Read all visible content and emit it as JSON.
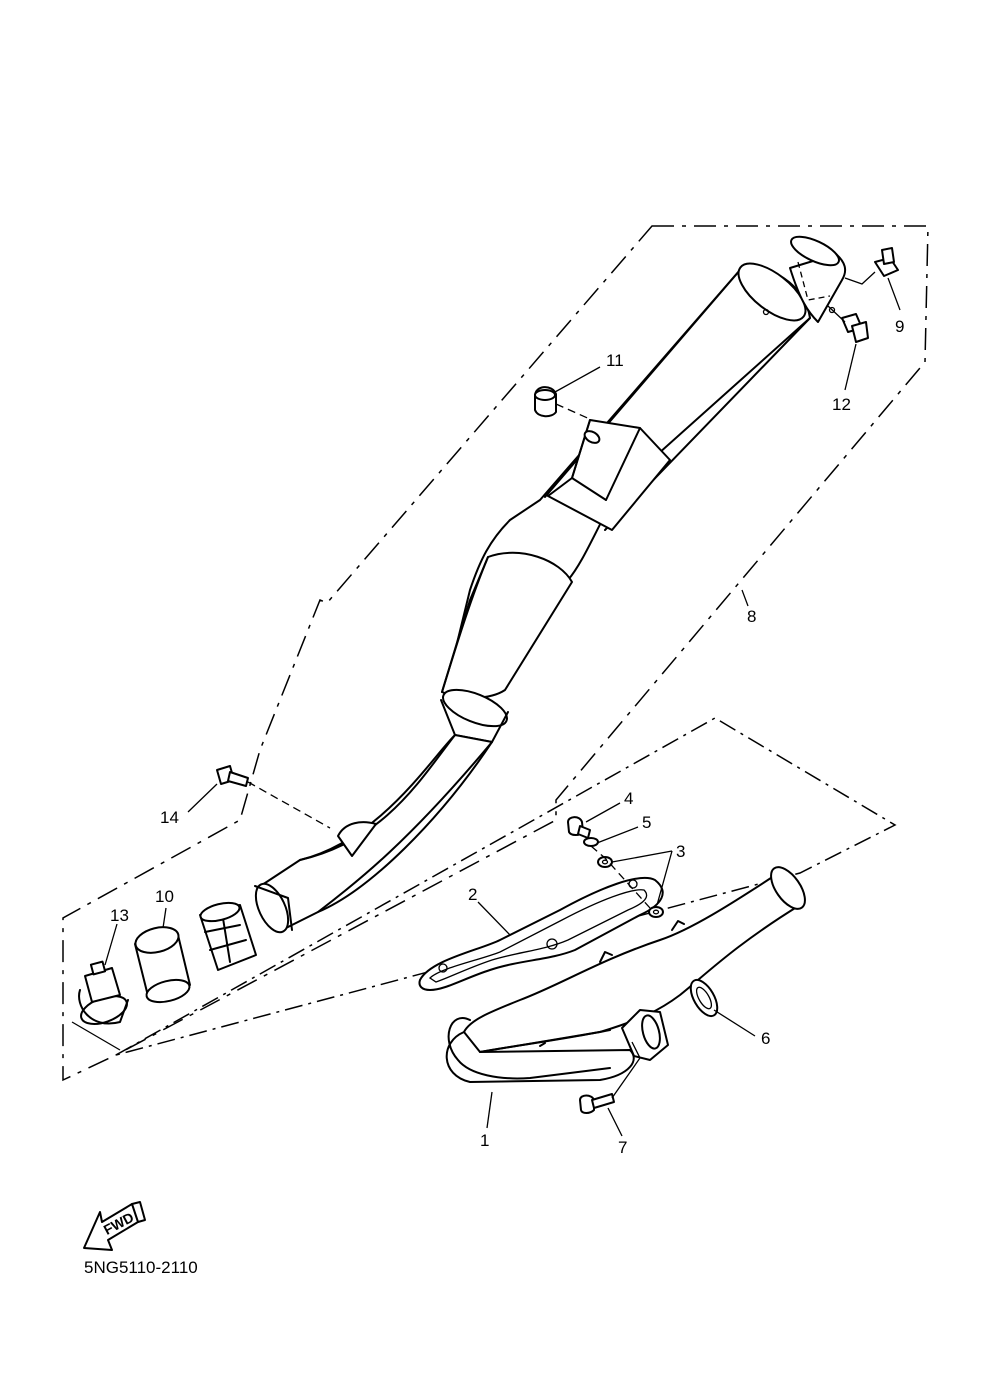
{
  "callouts": {
    "c1": "1",
    "c2": "2",
    "c3": "3",
    "c4": "4",
    "c5": "5",
    "c6": "6",
    "c7": "7",
    "c8": "8",
    "c9": "9",
    "c10": "10",
    "c11": "11",
    "c12": "12",
    "c13": "13",
    "c14": "14"
  },
  "fwd_label": "FWD",
  "catalog_code": "5NG5110-2110"
}
